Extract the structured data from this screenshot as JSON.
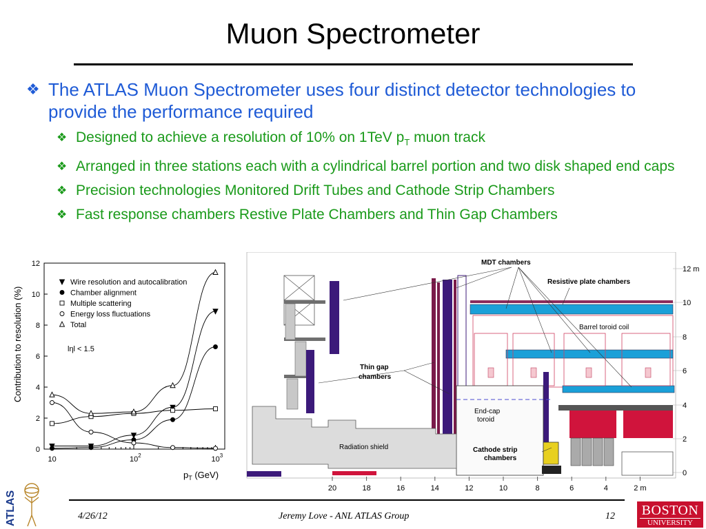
{
  "slide": {
    "title": "Muon Spectrometer",
    "bullets": {
      "main": "The ATLAS Muon Spectrometer uses four distinct detector technologies to provide the performance required",
      "sub1_pre": "Designed to achieve a resolution of 10% on 1TeV p",
      "sub1_subscript": "T",
      "sub1_post": " muon track",
      "sub2": "Arranged in three stations each with a cylindrical barrel portion and two disk shaped end caps",
      "sub3": "Precision technologies Monitored Drift Tubes and Cathode Strip Chambers",
      "sub4": "Fast response chambers Restive Plate Chambers and Thin Gap Chambers"
    }
  },
  "chart_data": {
    "type": "line",
    "ylabel": "Contribution to resolution (%)",
    "xlabel_main": "p",
    "xlabel_sub": "T",
    "xlabel_unit": " (GeV)",
    "xscale": "log",
    "xlim": [
      8,
      1300
    ],
    "ylim": [
      0,
      12
    ],
    "y_ticks": [
      "0",
      "2",
      "4",
      "6",
      "8",
      "10",
      "12"
    ],
    "x_ticks": [
      {
        "value": 10,
        "base": "10",
        "exp": ""
      },
      {
        "value": 100,
        "base": "10",
        "exp": "2"
      },
      {
        "value": 1000,
        "base": "10",
        "exp": "3"
      }
    ],
    "annotation": "lηl < 1.5",
    "series": [
      {
        "name": "Wire resolution and autocalibration",
        "marker": "triangle-down",
        "x": [
          10,
          30,
          100,
          300,
          1000
        ],
        "y": [
          0.2,
          0.2,
          0.9,
          2.7,
          8.9
        ]
      },
      {
        "name": "Chamber alignment",
        "marker": "circle-filled",
        "x": [
          10,
          30,
          100,
          300,
          1000
        ],
        "y": [
          0.05,
          0.1,
          0.6,
          1.9,
          6.6
        ]
      },
      {
        "name": "Multiple scattering",
        "marker": "square",
        "x": [
          10,
          30,
          100,
          300,
          1000
        ],
        "y": [
          1.65,
          2.1,
          2.3,
          2.5,
          2.6
        ]
      },
      {
        "name": "Energy loss fluctuations",
        "marker": "circle-open",
        "x": [
          10,
          30,
          100,
          300,
          1000
        ],
        "y": [
          3.0,
          1.1,
          0.4,
          0.1,
          0.05
        ]
      },
      {
        "name": "Total",
        "marker": "triangle-up",
        "x": [
          10,
          30,
          100,
          300,
          1000
        ],
        "y": [
          3.5,
          2.3,
          2.4,
          4.1,
          11.4
        ]
      }
    ]
  },
  "diagram": {
    "labels": {
      "mdt": "MDT chambers",
      "rpc": "Resistive plate chambers",
      "barrel_toroid": "Barrel toroid coil",
      "tgc_1": "Thin gap",
      "tgc_2": "chambers",
      "endcap_1": "End-cap",
      "endcap_2": "toroid",
      "shield": "Radiation shield",
      "csc_1": "Cathode strip",
      "csc_2": "chambers"
    },
    "y_axis": [
      "12 m",
      "10",
      "8",
      "6",
      "4",
      "2",
      "0"
    ],
    "x_axis": [
      "20",
      "18",
      "16",
      "14",
      "12",
      "10",
      "8",
      "6",
      "4",
      "2 m"
    ]
  },
  "footer": {
    "date": "4/26/12",
    "author": "Jeremy Love - ANL ATLAS Group",
    "page": "12"
  },
  "logos": {
    "atlas": "ATLAS",
    "bu_line1": "BOSTON",
    "bu_line2": "UNIVERSITY"
  },
  "colors": {
    "title": "#000000",
    "bullet_main": "#1f5bd6",
    "bullet_sub": "#1a9a1a",
    "bu_red": "#c8102e",
    "atlas_blue": "#1a3a8c"
  }
}
